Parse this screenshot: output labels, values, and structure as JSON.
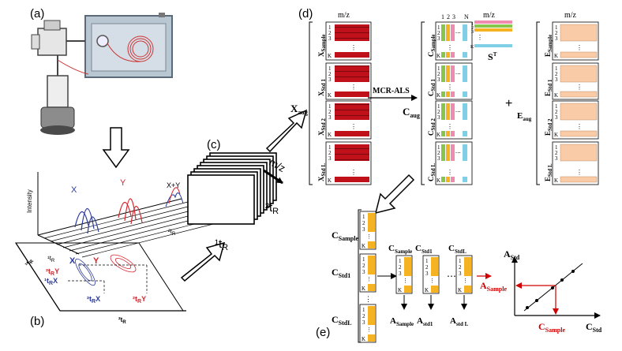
{
  "panels": {
    "a": "(a)",
    "b": "(b)",
    "c": "(c)",
    "d": "(d)",
    "e": "(e)"
  },
  "chromatogram": {
    "intensity": "Intensity",
    "axis_1tr": "¹t",
    "axis_1tr_sub": "R",
    "axis_2tr": "²t",
    "axis_2tr_sub": "R",
    "peak_x": "X",
    "peak_y": "Y",
    "peak_xy": "X+Y"
  },
  "contour": {
    "label_x": "X",
    "label_y": "Y",
    "label_2try": "²t",
    "label_1trx": "¹t",
    "label_2trx": "²t",
    "label_2try_b": "²t",
    "sub_R": "R",
    "sym_Y": "Y",
    "sym_X": "X",
    "axis_2tr": "²t",
    "axis_1tr": "¹t"
  },
  "cube": {
    "mz": "m/z",
    "t2": "²t",
    "t1": "¹t",
    "sub_R": "R"
  },
  "augmented": {
    "mz": "m/z",
    "X": "X",
    "aug": "aug",
    "blocks": [
      "Sample",
      "Std 1",
      "Std 2",
      "Std L"
    ],
    "row_labels": [
      "1",
      "2",
      "3",
      "K"
    ],
    "dots": "⋮",
    "mcr": "MCR-ALS"
  },
  "concentration": {
    "C": "C",
    "cols": [
      "1",
      "2",
      "3",
      "N"
    ],
    "blocks": [
      "Sample",
      "Std 1",
      "Std 2",
      "Std L"
    ],
    "aug": "aug",
    "S": "S",
    "T": "T",
    "mz": "m/z",
    "K": "K"
  },
  "errors": {
    "plus": "+",
    "E": "E",
    "mz": "m/z",
    "aug": "aug",
    "blocks": [
      "Sample",
      "Std 1",
      "Std 2",
      "Std L"
    ]
  },
  "panel_e": {
    "C": "C",
    "A": "A",
    "std": "Std",
    "sample": "Sample",
    "std1": "Std1",
    "stdL": "StdL",
    "a_std1": "std1",
    "a_stdL": "std L",
    "dots": "⋯",
    "vdots": "⋮",
    "row_labels": [
      "1",
      "2",
      "3",
      "K"
    ]
  },
  "colors": {
    "red": "#c0111a",
    "orange": "#f5b323",
    "peach": "#f9cba6",
    "green": "#86c64a",
    "pink": "#f08bb0",
    "cyan": "#7fd0e6",
    "blue_peak": "#2b3a9c",
    "red_peak": "#d6262d",
    "accent_red": "#d00000"
  }
}
